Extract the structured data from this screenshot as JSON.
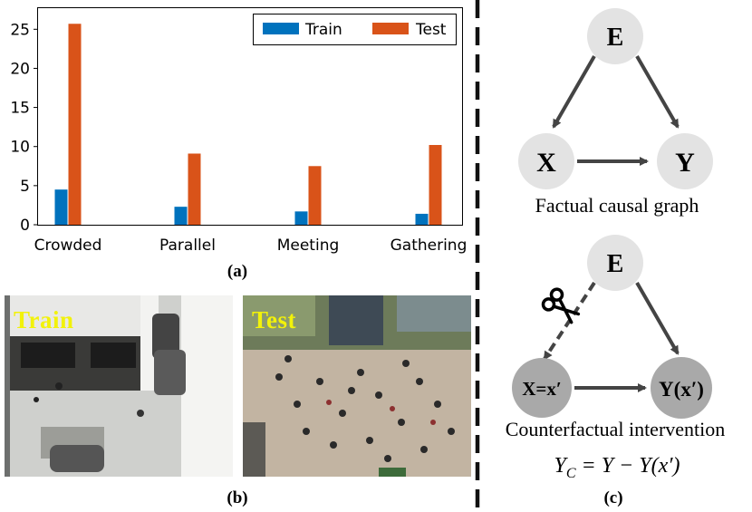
{
  "chart_data": {
    "type": "bar",
    "categories": [
      "Crowded",
      "Parallel",
      "Meeting",
      "Gathering"
    ],
    "series": [
      {
        "name": "Train",
        "values": [
          4.5,
          2.3,
          1.7,
          1.4
        ]
      },
      {
        "name": "Test",
        "values": [
          25.7,
          9.1,
          7.5,
          10.2
        ]
      }
    ],
    "yticks": [
      0,
      5,
      10,
      15,
      20,
      25
    ],
    "ylim": [
      0,
      27.7
    ],
    "grid": false,
    "legend_position": "top-right",
    "colors": {
      "Train": "#0072bd",
      "Test": "#d95319"
    }
  },
  "captions": {
    "a": "(a)",
    "b": "(b)",
    "c": "(c)"
  },
  "photos": {
    "train_label": "Train",
    "test_label": "Test"
  },
  "graph_factual": {
    "node_e": "E",
    "node_x": "X",
    "node_y": "Y",
    "caption": "Factual causal graph"
  },
  "graph_counterfactual": {
    "node_e": "E",
    "node_x": "X=x′",
    "node_y": "Y(x′)",
    "caption": "Counterfactual intervention",
    "formula": "Y_C = Y − Y(x′)"
  },
  "colors": {
    "node_light": "#e3e3e3",
    "node_dark": "#a9a9a9",
    "arrow": "#444444",
    "divider": "#111111"
  }
}
